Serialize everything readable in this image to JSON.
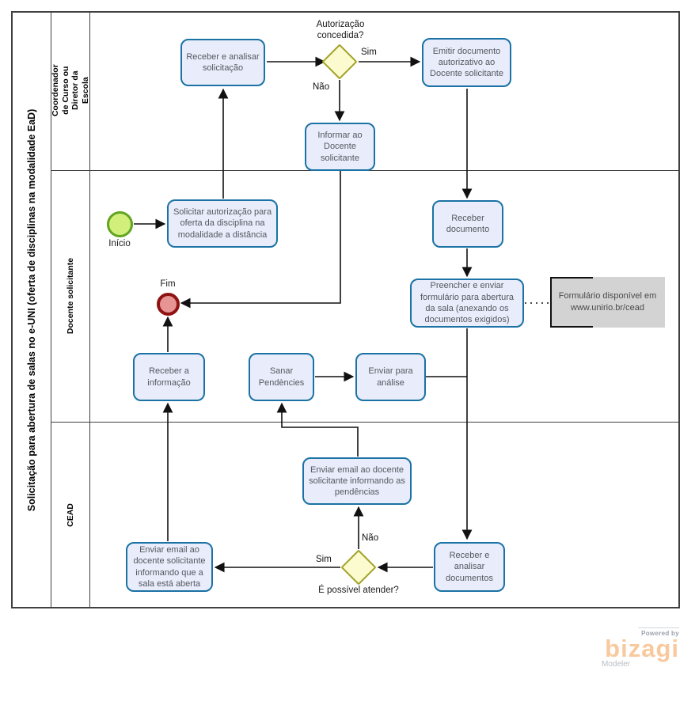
{
  "pool": {
    "title": "Solicitação para abertura de salas no e-UNI (oferta de disciplinas na modalidade EaD)",
    "lanes": {
      "coordenador": "Coordenador de Curso ou Diretor da Escola",
      "docente": "Docente  solicitante",
      "cead": "CEAD"
    }
  },
  "events": {
    "start_label": "Início",
    "end_label": "Fim"
  },
  "tasks": {
    "receber_analisar_solicitacao": "Receber  e analisar solicitação",
    "emitir_documento": "Emitir documento autorizativo ao Docente solicitante",
    "informar_docente": "Informar ao Docente solicitante",
    "solicitar_autorizacao": "Solicitar autorização para oferta da disciplina na modalidade a distância",
    "receber_documento": "Receber documento",
    "preencher_enviar_formulario": "Preencher e enviar formulário para abertura da sala (anexando os documentos exigidos)",
    "receber_informacao": "Receber a informação",
    "sanar_pendencias": "Sanar Pendències",
    "enviar_para_analise": "Enviar para análise",
    "enviar_email_pendencias": "Enviar email ao docente solicitante informando as pendências",
    "enviar_email_sala_aberta": "Enviar email ao docente solicitante informando que a sala está aberta",
    "receber_analisar_documentos": "Receber e analisar documentos"
  },
  "gateways": {
    "autorizacao_concedida": {
      "question": "Autorização concedida?",
      "yes_label": "Sim",
      "no_label": "Não"
    },
    "possivel_atender": {
      "question": "É possível atender?",
      "yes_label": "Sim",
      "no_label": "Não"
    }
  },
  "annotations": {
    "formulario": "Formulário disponível em www.unirio.br/cead"
  },
  "footer": {
    "powered_by": "Powered by",
    "brand": "bizagi",
    "product": "Modeler"
  },
  "colors": {
    "task_fill": "#e9edfb",
    "task_border": "#1a72a5",
    "gateway_fill": "#fbfbcf",
    "gateway_border": "#a3a32a",
    "start_fill": "#d2ee7b",
    "start_border": "#61a421",
    "end_fill": "#e79494",
    "end_border": "#8f1313",
    "annotation_fill": "#d3d3d3",
    "brand_orange": "#f8c99e"
  }
}
